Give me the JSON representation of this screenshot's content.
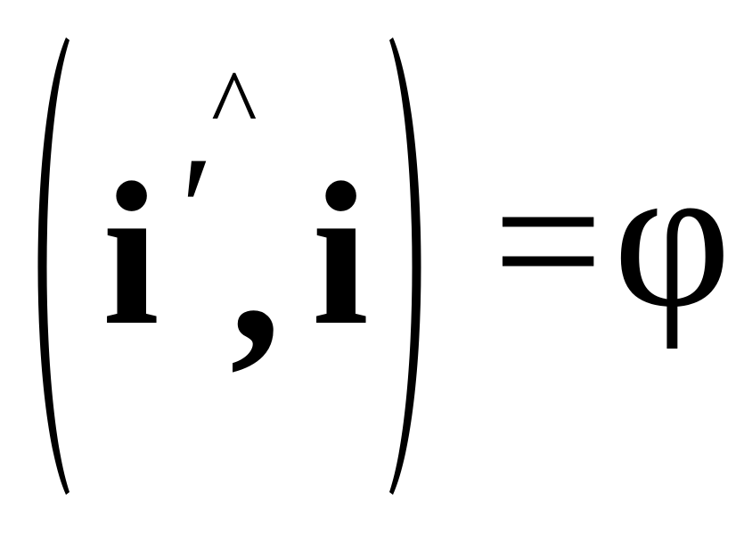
{
  "formula": {
    "operator_hat": "^",
    "vector_first": "i",
    "prime_mark": "′",
    "separator": ",",
    "vector_second": "i",
    "equals_sign": "=",
    "result_symbol": "φ"
  }
}
